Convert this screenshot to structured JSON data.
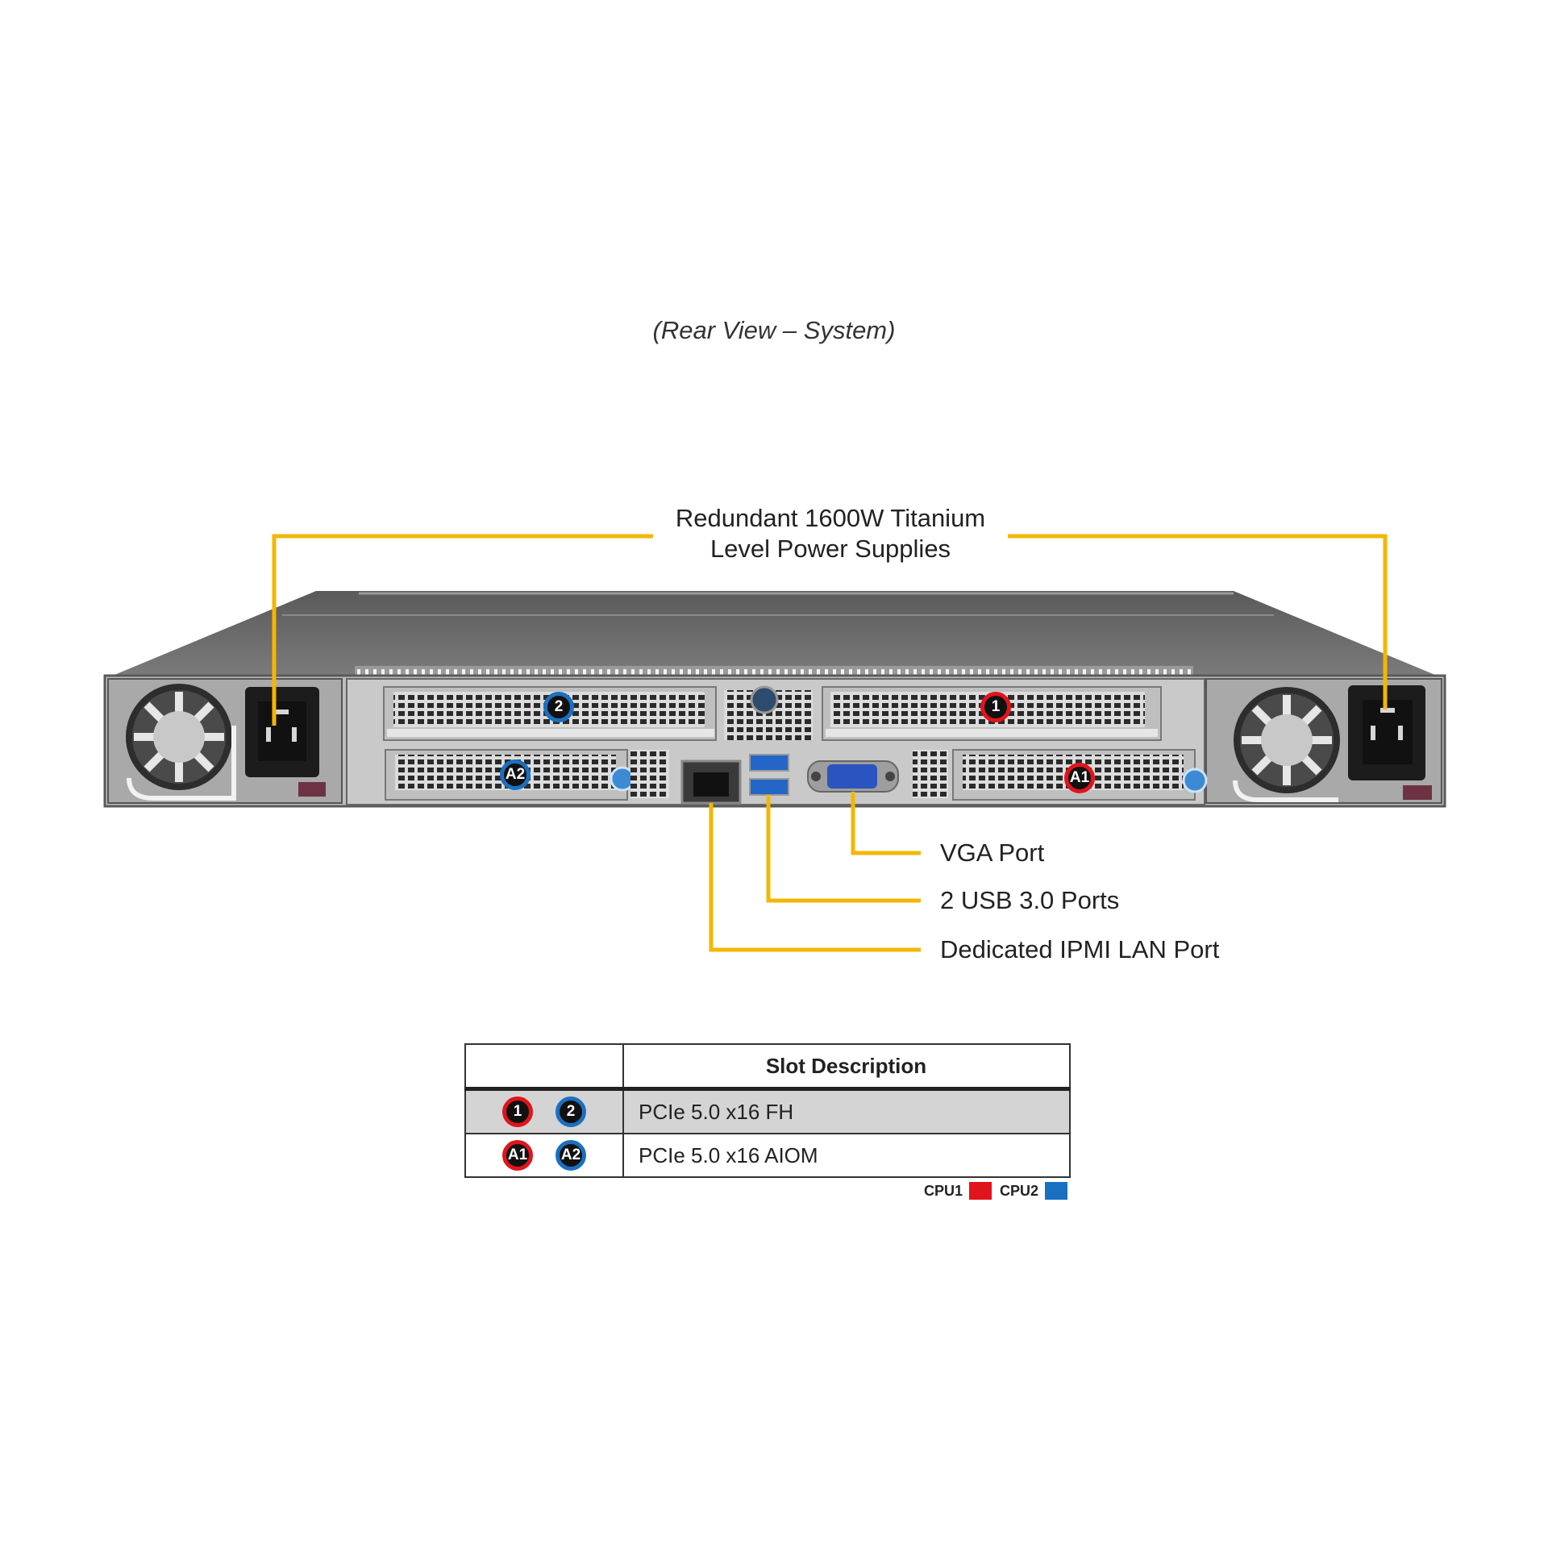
{
  "title": "(Rear View – System)",
  "callouts": {
    "power_supplies_line1": "Redundant  1600W Titanium",
    "power_supplies_line2": "Level Power Supplies",
    "vga": "VGA Port",
    "usb": "2 USB 3.0 Ports",
    "ipmi": "Dedicated IPMI  LAN Port"
  },
  "slot_badges": {
    "slot_1": "1",
    "slot_2": "2",
    "slot_a1": "A1",
    "slot_a2": "A2"
  },
  "table": {
    "header": "Slot Description",
    "rows": [
      {
        "badges": [
          "1",
          "2"
        ],
        "description": "PCIe  5.0  x16 FH"
      },
      {
        "badges": [
          "A1",
          "A2"
        ],
        "description": "PCIe  5.0  x16 AIOM"
      }
    ]
  },
  "legend": [
    {
      "label": "CPU1",
      "color": "#e1141b"
    },
    {
      "label": "CPU2",
      "color": "#1a70c0"
    }
  ],
  "colors": {
    "callout_line": "#f2b705",
    "cpu1": "#e1141b",
    "cpu2": "#1a70c0"
  }
}
